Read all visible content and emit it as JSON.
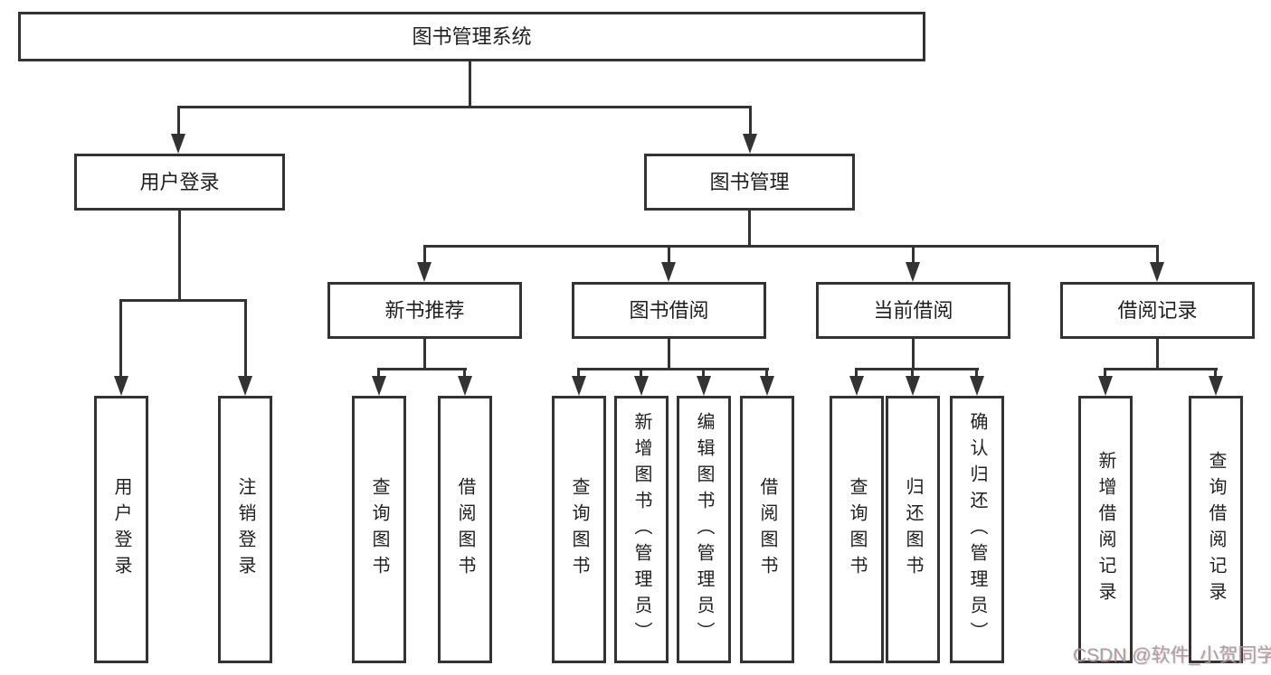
{
  "diagram_title": "图书管理系统",
  "colors": {
    "line": "#333333",
    "text": "#1f1f1f",
    "background": "#ffffff",
    "watermark": "#9d9d9d"
  },
  "tree": {
    "label": "图书管理系统",
    "children": [
      {
        "label": "用户登录",
        "children": [
          {
            "label": "用户登录"
          },
          {
            "label": "注销登录"
          }
        ]
      },
      {
        "label": "图书管理",
        "children": [
          {
            "label": "新书推荐",
            "children": [
              {
                "label": "查询图书"
              },
              {
                "label": "借阅图书"
              }
            ]
          },
          {
            "label": "图书借阅",
            "children": [
              {
                "label": "查询图书"
              },
              {
                "label": "新增图书（管理员）"
              },
              {
                "label": "编辑图书（管理员）"
              },
              {
                "label": "借阅图书"
              }
            ]
          },
          {
            "label": "当前借阅",
            "children": [
              {
                "label": "查询图书"
              },
              {
                "label": "归还图书"
              },
              {
                "label": "确认归还（管理员）"
              }
            ]
          },
          {
            "label": "借阅记录",
            "children": [
              {
                "label": "新增借阅记录"
              },
              {
                "label": "查询借阅记录"
              }
            ]
          }
        ]
      }
    ]
  },
  "watermark": {
    "text": "CSDN @软件_小贺同学"
  }
}
